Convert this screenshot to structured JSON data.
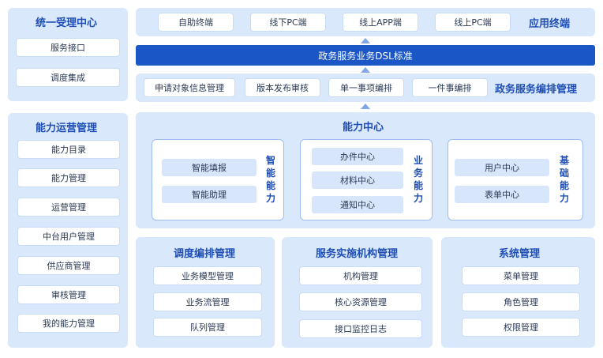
{
  "left_top": {
    "title": "统一受理中心",
    "items": [
      "服务接口",
      "调度集成"
    ]
  },
  "left_bottom": {
    "title": "能力运营管理",
    "items": [
      "能力目录",
      "能力管理",
      "运营管理",
      "中台用户管理",
      "供应商管理",
      "审核管理",
      "我的能力管理"
    ]
  },
  "app_terminals": {
    "title": "应用终端",
    "items": [
      "自助终端",
      "线下PC端",
      "线上APP端",
      "线上PC端"
    ]
  },
  "dsl_bar": {
    "label": "政务服务业务DSL标准"
  },
  "orchestration": {
    "title": "政务服务编排管理",
    "items": [
      "申请对象信息管理",
      "版本发布审核",
      "单一事项编排",
      "一件事编排"
    ]
  },
  "capability_center": {
    "title": "能力中心",
    "smart": {
      "title": "智能能力",
      "items": [
        "智能填报",
        "智能助理"
      ]
    },
    "business": {
      "title": "业务能力",
      "items": [
        "办件中心",
        "材料中心",
        "通知中心"
      ]
    },
    "basic": {
      "title": "基础能力",
      "items": [
        "用户中心",
        "表单中心"
      ]
    }
  },
  "dispatch": {
    "title": "调度编排管理",
    "items": [
      "业务模型管理",
      "业务流管理",
      "队列管理"
    ]
  },
  "service_org": {
    "title": "服务实施机构管理",
    "items": [
      "机构管理",
      "核心资源管理",
      "接口监控日志"
    ]
  },
  "system": {
    "title": "系统管理",
    "items": [
      "菜单管理",
      "角色管理",
      "权限管理"
    ]
  }
}
